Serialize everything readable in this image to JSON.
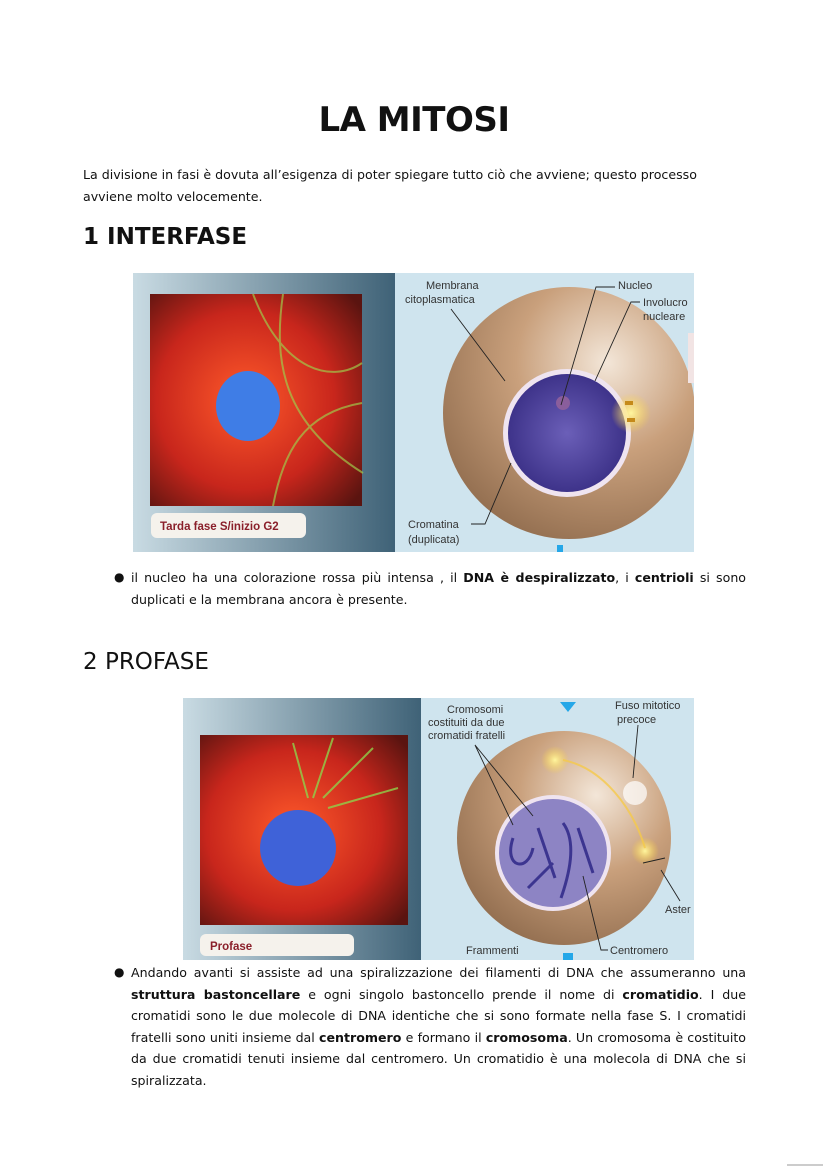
{
  "title": "LA MITOSI",
  "intro": "La divisione in fasi  è dovuta all’esigenza di poter spiegare tutto ciò che avviene; questo processo avviene molto velocemente.",
  "sections": [
    {
      "heading": "1 INTERFASE",
      "figure": {
        "photo_caption": "Tarda fase S/inizio G2",
        "labels": {
          "membrana_1": "Membrana",
          "membrana_2": "citoplasmatica",
          "nucleo": "Nucleo",
          "involucro_1": "Involucro",
          "involucro_2": "nucleare",
          "cromatina_1": "Cromatina",
          "cromatina_2": "(duplicata)"
        }
      },
      "bullet": [
        {
          "text": "il nucleo ha una colorazione rossa più intensa , il ",
          "bold": false
        },
        {
          "text": "DNA è despiralizzato",
          "bold": true
        },
        {
          "text": ", i ",
          "bold": false
        },
        {
          "text": "centrioli",
          "bold": true
        },
        {
          "text": " si sono duplicati e la membrana ancora è presente.",
          "bold": false
        }
      ]
    },
    {
      "heading": "2 PROFASE",
      "figure": {
        "photo_caption": "Profase",
        "labels": {
          "cromosomi_1": "Cromosomi",
          "cromosomi_2": "costituiti da due",
          "cromosomi_3": "cromatidi fratelli",
          "fuso_1": "Fuso mitotico",
          "fuso_2": "precoce",
          "aster": "Aster",
          "frammenti": "Frammenti",
          "centromero": "Centromero"
        }
      },
      "bullet": [
        {
          "text": "Andando avanti si assiste ad una spiralizzazione dei filamenti di DNA che assumeranno una ",
          "bold": false
        },
        {
          "text": "struttura bastoncellare",
          "bold": true
        },
        {
          "text": " e ogni singolo bastoncello prende il nome di ",
          "bold": false
        },
        {
          "text": "cromatidio",
          "bold": true
        },
        {
          "text": ". I due cromatidi sono le due molecole di DNA identiche che si sono formate nella fase S. I cromatidi fratelli sono uniti insieme dal ",
          "bold": false
        },
        {
          "text": "centromero",
          "bold": true
        },
        {
          "text": " e formano il ",
          "bold": false
        },
        {
          "text": "cromosoma",
          "bold": true
        },
        {
          "text": ". Un cromosoma è costituito da due cromatidi tenuti insieme dal centromero. Un cromatidio è una molecola di DNA che si spiralizzata.",
          "bold": false
        }
      ]
    }
  ]
}
